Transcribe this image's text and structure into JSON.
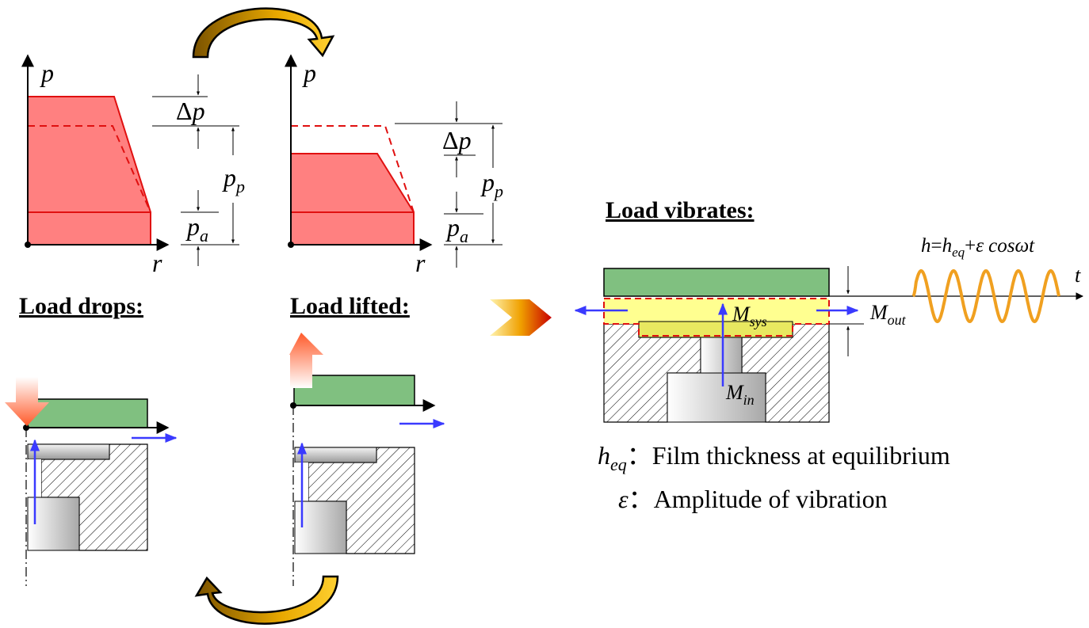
{
  "colors": {
    "pressure_fill": "#ff8080",
    "pressure_stroke": "#e01010",
    "load_green": "#80c080",
    "film_yellow": "#ffff90",
    "arrow_blue": "#3a3aff",
    "arrow_orange": "#ff5a2a",
    "swap_arrow_gold": "#e8a800",
    "wave_orange": "#f0a020"
  },
  "icons": {
    "swap_top": "curved-arrow-right-icon",
    "swap_bottom": "curved-arrow-left-icon",
    "transition": "chevron-right-icon"
  },
  "left_panel": {
    "axis_y": "p",
    "axis_x": "r",
    "delta": "Δ",
    "delta_var": "p",
    "pp_main": "p",
    "pp_sub": "p",
    "pa_main": "p",
    "pa_sub": "a",
    "title": "Load drops:"
  },
  "middle_panel": {
    "axis_y": "p",
    "axis_x": "r",
    "delta": "Δ",
    "delta_var": "p",
    "pp_main": "p",
    "pp_sub": "p",
    "pa_main": "p",
    "pa_sub": "a",
    "title": "Load lifted:"
  },
  "right_panel": {
    "title": "Load vibrates:",
    "equation": {
      "h": "h",
      "eq1": "=",
      "heq_main": "h",
      "heq_sub": "eq",
      "plus": "+",
      "eps": "ε",
      "cos": "cosωt"
    },
    "axis_t": "t",
    "msys_main": "M",
    "msys_sub": "sys",
    "mout_main": "M",
    "mout_sub": "out",
    "min_main": "M",
    "min_sub": "in",
    "legend": [
      {
        "sym_main": "h",
        "sym_sub": "eq",
        "text": "：Film thickness at equilibrium"
      },
      {
        "sym_main": "ε",
        "sym_sub": "",
        "text": "：Amplitude of vibration"
      }
    ]
  }
}
